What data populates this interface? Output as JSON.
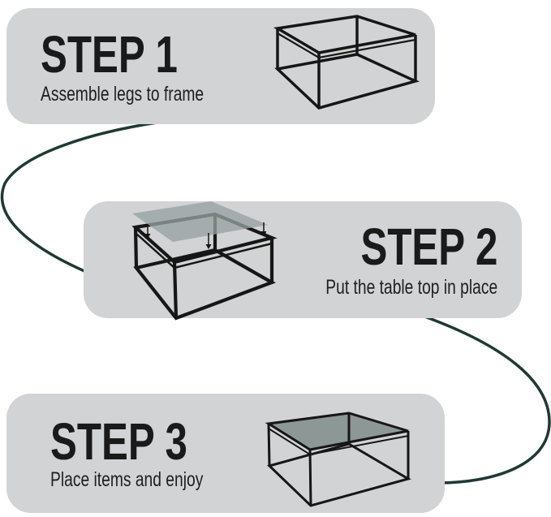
{
  "colors": {
    "background": "#ffffff",
    "panel": "#d2d3d4",
    "text": "#1a1a1a",
    "connector": "#1e3933",
    "wireframe": "#161616",
    "tabletop_floating": "#99a1a2",
    "tabletop_installed": "#87918f"
  },
  "steps": [
    {
      "title": "STEP 1",
      "subtitle": "Assemble legs to frame",
      "illustration": "table-frame-wireframe"
    },
    {
      "title": "STEP 2",
      "subtitle": "Put the table top in place",
      "illustration": "table-frame-floating-top"
    },
    {
      "title": "STEP 3",
      "subtitle": "Place items and enjoy",
      "illustration": "assembled-table"
    }
  ]
}
